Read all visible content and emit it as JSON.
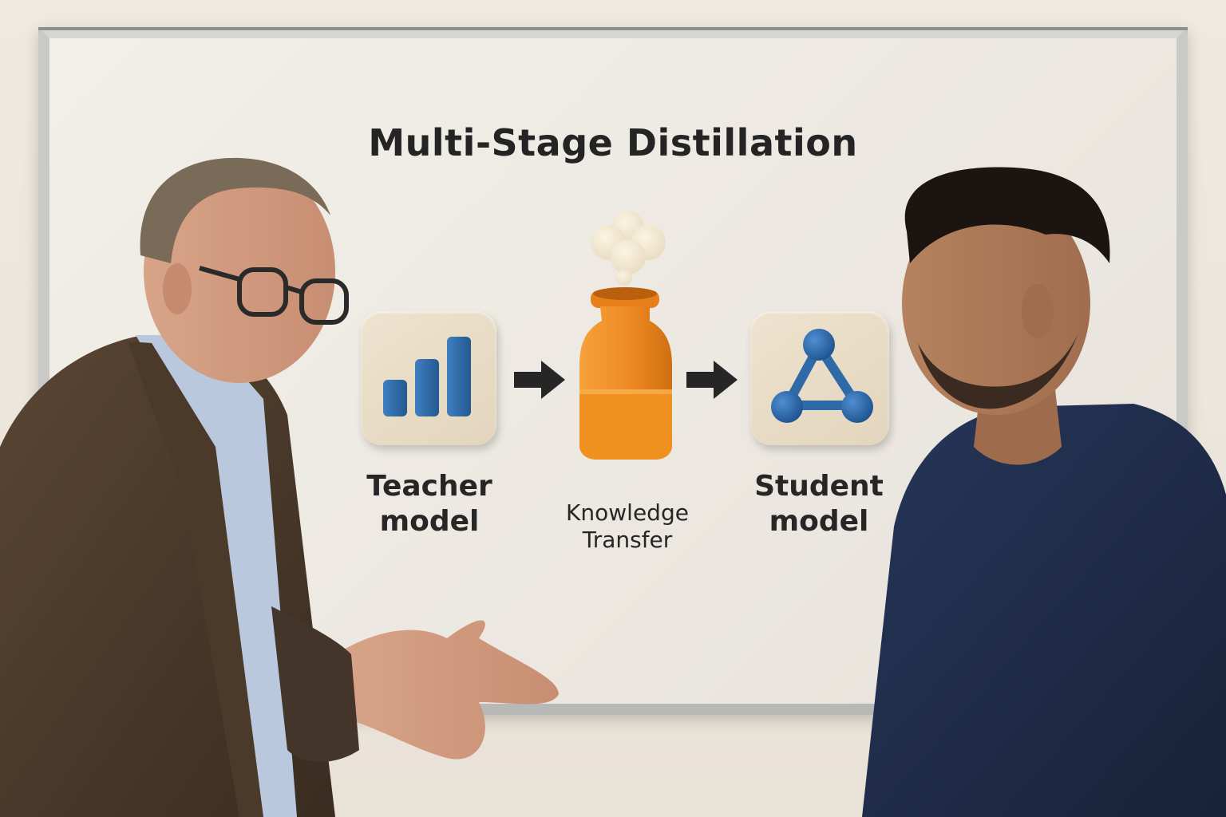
{
  "board": {
    "title": "Multi-Stage Distillation"
  },
  "stages": {
    "teacher": {
      "line1": "Teacher",
      "line2": "model",
      "icon": "bar-chart-icon"
    },
    "transfer": {
      "line1": "Knowledge",
      "line2": "Transfer",
      "icon": "bottle-icon"
    },
    "student": {
      "line1": "Student",
      "line2": "model",
      "icon": "network-triangle-icon"
    }
  },
  "colors": {
    "blue": "#2f6aa8",
    "orange": "#ee8a22",
    "tile": "#e8dcc6",
    "arrow": "#2a2a2a",
    "jacket": "#4a3a2c",
    "sweater": "#1f2d45"
  }
}
